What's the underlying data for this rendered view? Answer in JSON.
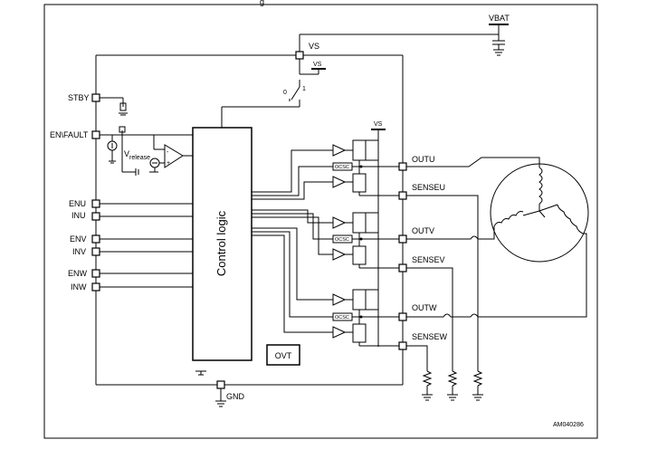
{
  "figure": {
    "title_fragment": "g",
    "figure_id": "AM040286"
  },
  "supply": {
    "vbat": "VBAT",
    "vs_main": "VS",
    "vs_tap": "VS",
    "vs_driver": "VS"
  },
  "switch": {
    "pos0": "0",
    "pos1": "1"
  },
  "pins_left": {
    "stby": "STBY",
    "en_fault": "EN\\FAULT",
    "enu": "ENU",
    "inu": "INU",
    "env": "ENV",
    "inv": "INV",
    "enw": "ENW",
    "inw": "INW"
  },
  "pins_right": {
    "outu": "OUTU",
    "senseu": "SENSEU",
    "outv": "OUTV",
    "sensev": "SENSEV",
    "outw": "OUTW",
    "sensew": "SENSEW"
  },
  "gnd": "GND",
  "blocks": {
    "control_logic": "Control logic",
    "ovt": "OVT",
    "ocsc": "OCSC"
  },
  "vrelease": {
    "main": "V",
    "sub": "release"
  }
}
